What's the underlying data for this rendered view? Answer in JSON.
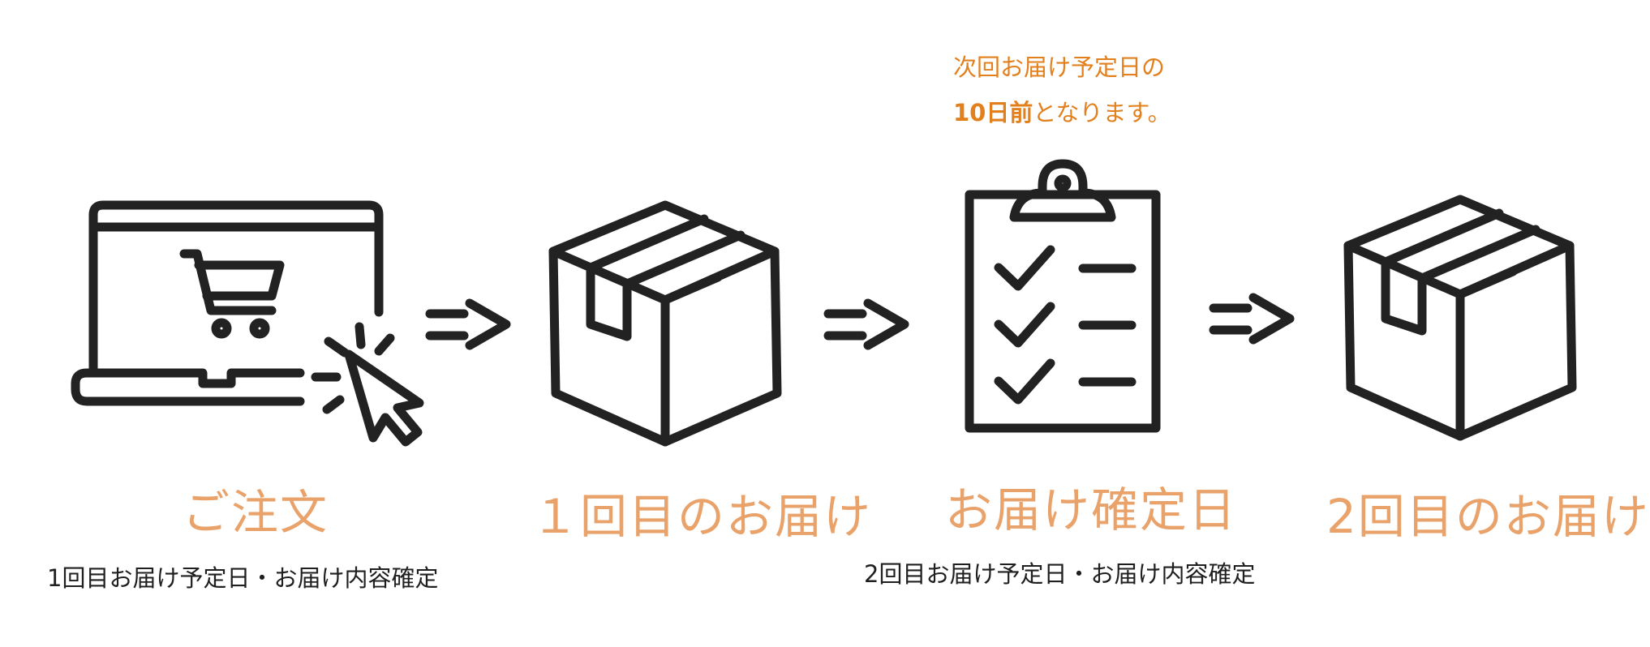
{
  "note": {
    "line1": "次回お届け予定日の",
    "line2_bold": "10日前",
    "line2_rest": "となります。"
  },
  "steps": [
    {
      "label": "ご注文",
      "icon": "laptop-cart-cursor-icon"
    },
    {
      "label": "１回目のお届け",
      "icon": "package-box-icon"
    },
    {
      "label": "お届け確定日",
      "icon": "clipboard-checklist-icon"
    },
    {
      "label": "2回目のお届け",
      "icon": "package-box-icon"
    }
  ],
  "sub_labels": {
    "first": "1回目お届け予定日・お届け内容確定",
    "second": "2回目お届け予定日・お届け内容確定"
  },
  "colors": {
    "step_label": "#e9a26a",
    "note": "#e2801e",
    "icon_stroke": "#222222",
    "text": "#1f1f1f"
  }
}
